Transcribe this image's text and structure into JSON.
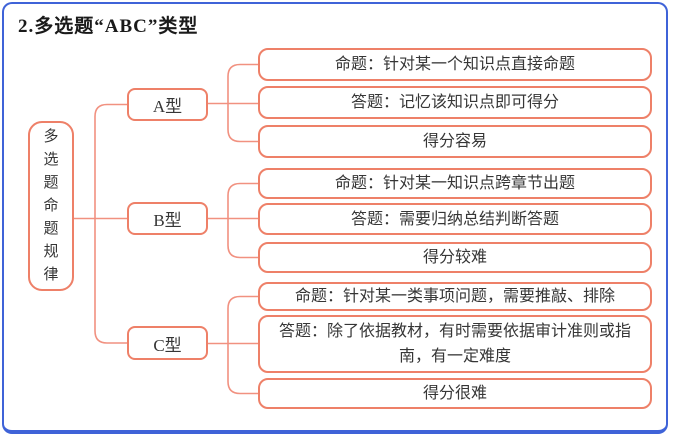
{
  "title": "2.多选题“ABC”类型",
  "colors": {
    "node-border": "#ee8068",
    "connector": "#f19180",
    "frame-border": "#3f63d8",
    "text": "#363636",
    "title-text": "#1a1a1a"
  },
  "root": {
    "label": "多选题命题规律"
  },
  "branches": [
    {
      "label": "A型",
      "children": [
        "命题：针对某一个知识点直接命题",
        "答题：记忆该知识点即可得分",
        "得分容易"
      ]
    },
    {
      "label": "B型",
      "children": [
        "命题：针对某一知识点跨章节出题",
        "答题：需要归纳总结判断答题",
        "得分较难"
      ]
    },
    {
      "label": "C型",
      "children": [
        "命题：针对某一类事项问题，需要推敲、排除",
        "答题：除了依据教材，有时需要依据审计准则或指南，有一定难度",
        "得分很难"
      ]
    }
  ]
}
